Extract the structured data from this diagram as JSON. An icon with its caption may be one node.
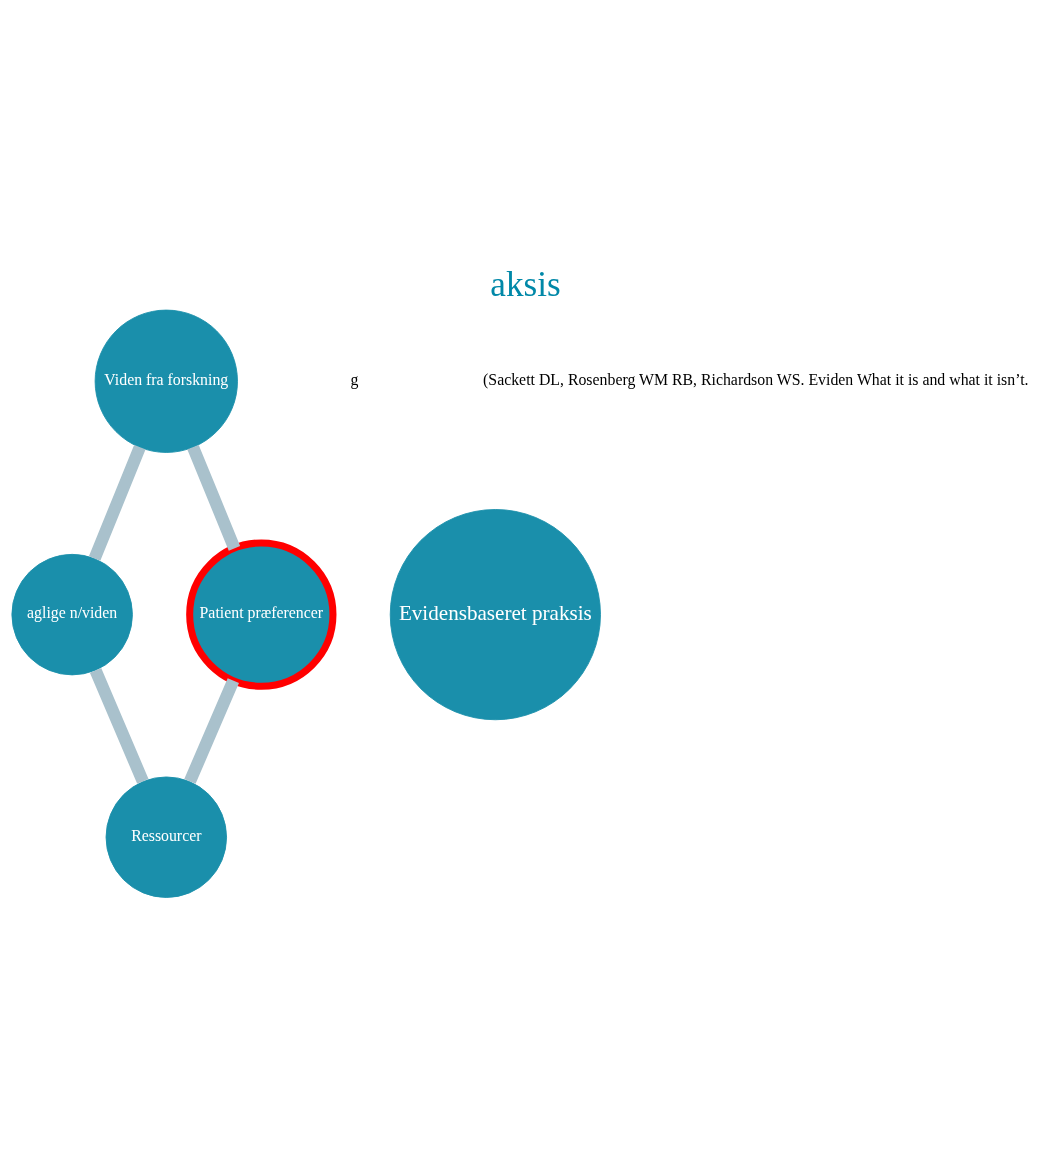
{
  "diagram": {
    "title": "aksis",
    "nodes": [
      {
        "text": [
          "Viden fra forskning"
        ]
      },
      {
        "text": [
          "aglige n/viden"
        ]
      },
      {
        "text": [
          "Evidensbaseret praksis"
        ]
      },
      {
        "text": [
          "Patient præferencer"
        ]
      },
      {
        "text": [
          "Ressourcer"
        ]
      }
    ],
    "edges": [
      {
        "from": 0,
        "to": 1,
        "arrow": "none"
      },
      {
        "from": 0,
        "to": 3,
        "arrow": "none"
      },
      {
        "from": 1,
        "to": 4,
        "arrow": "none"
      },
      {
        "from": 3,
        "to": 4,
        "arrow": "none"
      }
    ],
    "labels": [
      "g",
      "(Sackett DL, Rosenberg WM RB, Richardson WS. Eviden What it is and what it isn’t."
    ]
  }
}
